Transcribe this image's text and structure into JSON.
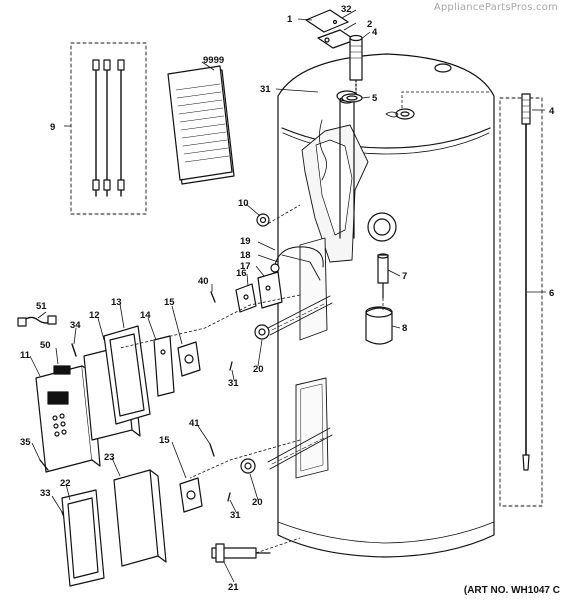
{
  "watermark": "AppliancePartsPros.com",
  "art_number": "(ART NO. WH1047 C",
  "callouts": [
    {
      "id": "c32",
      "text": "32"
    },
    {
      "id": "c1",
      "text": "1"
    },
    {
      "id": "c2",
      "text": "2"
    },
    {
      "id": "c4a",
      "text": "4"
    },
    {
      "id": "c31a",
      "text": "31"
    },
    {
      "id": "c5",
      "text": "5"
    },
    {
      "id": "c9999",
      "text": "9999"
    },
    {
      "id": "c9",
      "text": "9"
    },
    {
      "id": "c4b",
      "text": "4"
    },
    {
      "id": "c10",
      "text": "10"
    },
    {
      "id": "c19",
      "text": "19"
    },
    {
      "id": "c18",
      "text": "18"
    },
    {
      "id": "c17",
      "text": "17"
    },
    {
      "id": "c16",
      "text": "16"
    },
    {
      "id": "c40",
      "text": "40"
    },
    {
      "id": "c7",
      "text": "7"
    },
    {
      "id": "c6",
      "text": "6"
    },
    {
      "id": "c51",
      "text": "51"
    },
    {
      "id": "c13",
      "text": "13"
    },
    {
      "id": "c15a",
      "text": "15"
    },
    {
      "id": "c12",
      "text": "12"
    },
    {
      "id": "c14",
      "text": "14"
    },
    {
      "id": "c34",
      "text": "34"
    },
    {
      "id": "c8",
      "text": "8"
    },
    {
      "id": "c50",
      "text": "50"
    },
    {
      "id": "c11",
      "text": "11"
    },
    {
      "id": "c20a",
      "text": "20"
    },
    {
      "id": "c31b",
      "text": "31"
    },
    {
      "id": "c35",
      "text": "35"
    },
    {
      "id": "c41",
      "text": "41"
    },
    {
      "id": "c15b",
      "text": "15"
    },
    {
      "id": "c23",
      "text": "23"
    },
    {
      "id": "c22",
      "text": "22"
    },
    {
      "id": "c33",
      "text": "33"
    },
    {
      "id": "c20b",
      "text": "20"
    },
    {
      "id": "c31c",
      "text": "31"
    },
    {
      "id": "c21",
      "text": "21"
    }
  ]
}
